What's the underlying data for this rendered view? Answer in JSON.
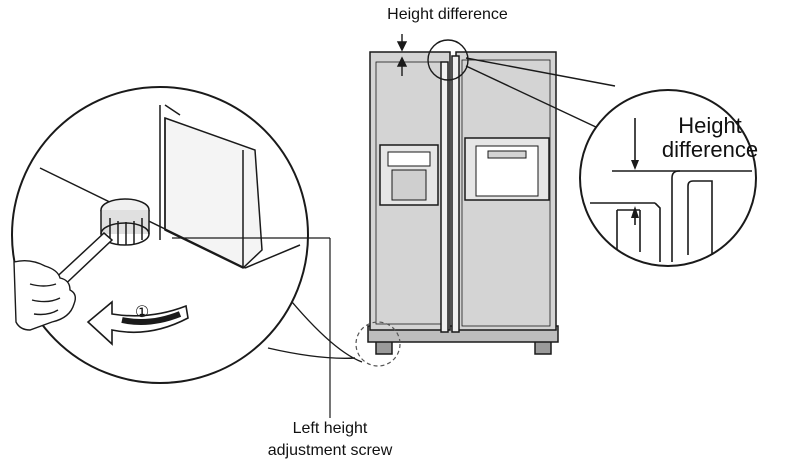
{
  "labels": {
    "height_difference_top": "Height difference",
    "height_difference_zoom_line1": "Height",
    "height_difference_zoom_line2": "difference",
    "screw_line1": "Left height",
    "screw_line2": "adjustment screw",
    "step_marker": "①"
  },
  "colors": {
    "stroke": "#1a1a1a",
    "fridge_fill": "#d4d4d4",
    "panel_fill": "#e6e6e6",
    "background": "#ffffff"
  },
  "icons": [
    "rotation-arrow-icon",
    "screwdriver-icon",
    "hand-icon"
  ]
}
